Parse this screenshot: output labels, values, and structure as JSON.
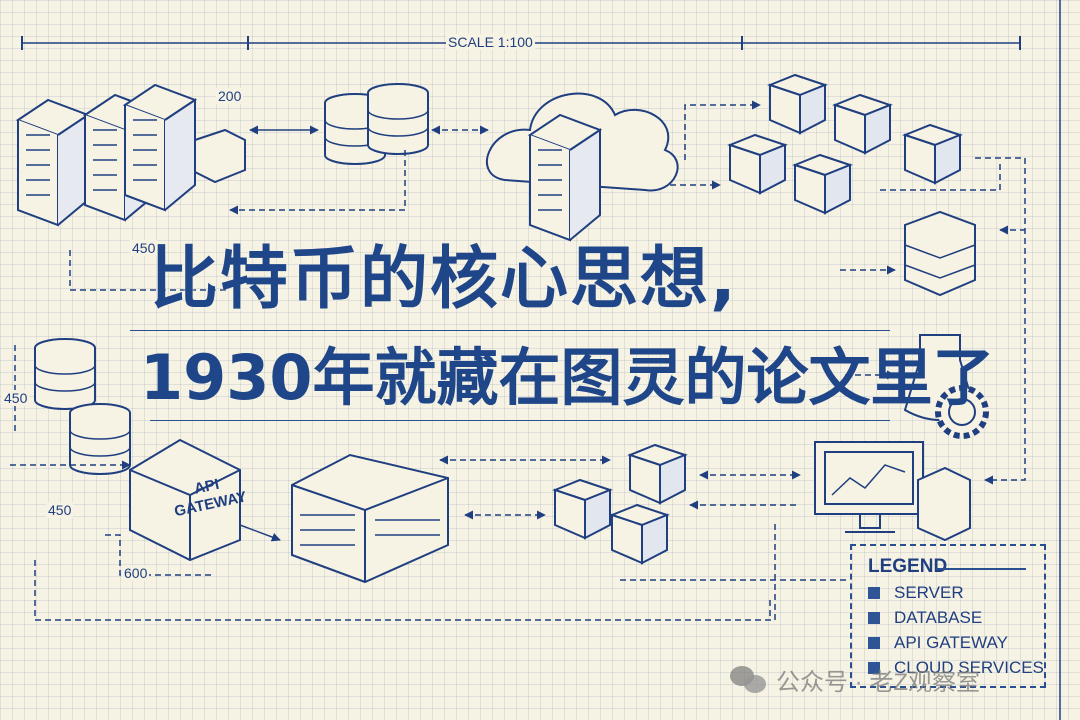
{
  "scale_label": "SCALE 1:100",
  "dimensions": {
    "d1": "200",
    "d2": "450",
    "d3": "450",
    "d4": "450",
    "d5": "600"
  },
  "title": {
    "line1": "比特币的核心思想,",
    "line2": "1930年就藏在图灵的论文里了"
  },
  "api_gateway_label": [
    "API",
    "GATEWAY"
  ],
  "legend": {
    "heading": "LEGEND",
    "items": [
      {
        "label": "SERVER"
      },
      {
        "label": "DATABASE"
      },
      {
        "label": "API GATEWAY"
      },
      {
        "label": "CLOUD SERVICES"
      }
    ],
    "swatch_color": "#2f5597"
  },
  "watermark": "公众号 · 老Z观察室",
  "colors": {
    "ink": "#1f3f80",
    "paper": "#f7f3e4"
  }
}
